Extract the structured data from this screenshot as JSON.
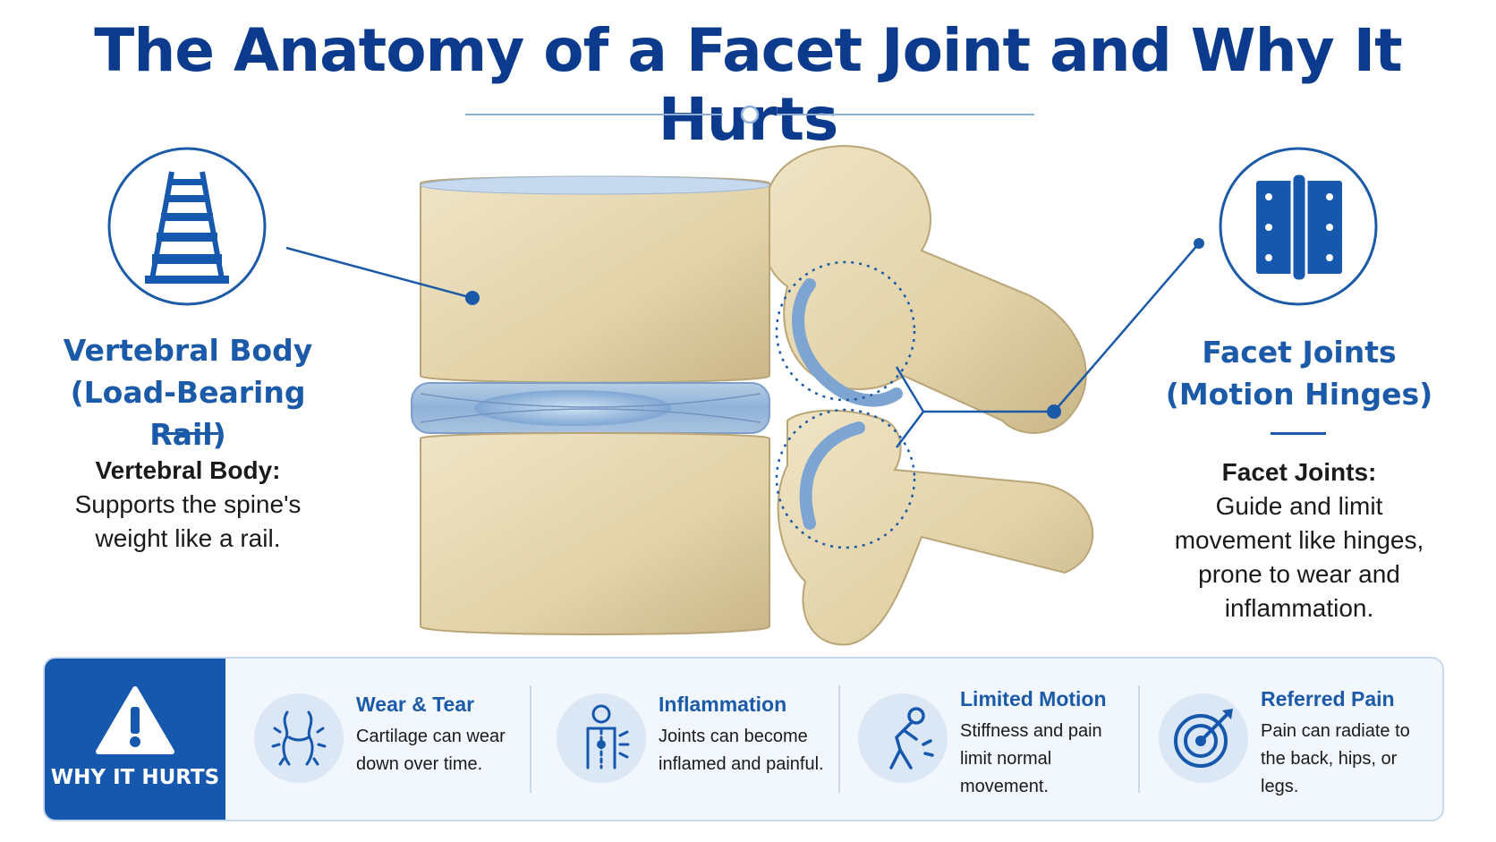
{
  "title": "The Anatomy of a Facet Joint and Why It Hurts",
  "colors": {
    "navy": "#0c3a8c",
    "accent": "#1a5aa8",
    "bone": "#e6d8b4",
    "disc": "#9cb9d8",
    "panel_bg": "#f2f7fd"
  },
  "left": {
    "icon": "railroad-track-icon",
    "heading_line1": "Vertebral Body",
    "heading_line2": "(Load-Bearing Rail)",
    "desc_title": "Vertebral Body:",
    "desc_line1": "Supports the spine's",
    "desc_line2": "weight like a rail."
  },
  "right": {
    "icon": "door-hinge-icon",
    "heading_line1": "Facet Joints",
    "heading_line2": "(Motion Hinges)",
    "desc_title": "Facet Joints:",
    "desc_line1": "Guide and limit",
    "desc_line2": "movement like hinges,",
    "desc_line3": "prone to wear and",
    "desc_line4": "inflammation."
  },
  "why": {
    "label": "WHY IT HURTS",
    "icon": "warning-triangle-icon",
    "items": [
      {
        "icon": "worn-joint-icon",
        "title": "Wear & Tear",
        "line1": "Cartilage can wear",
        "line2": "down over time.",
        "line3": ""
      },
      {
        "icon": "inflamed-spine-figure-icon",
        "title": "Inflammation",
        "line1": "Joints can become",
        "line2": "inflamed and painful.",
        "line3": ""
      },
      {
        "icon": "bent-person-pain-icon",
        "title": "Limited Motion",
        "line1": "Stiffness and pain",
        "line2": "limit normal",
        "line3": "movement."
      },
      {
        "icon": "target-arrow-icon",
        "title": "Referred Pain",
        "line1": "Pain can radiate to",
        "line2": "the back, hips, or",
        "line3": "legs."
      }
    ]
  }
}
